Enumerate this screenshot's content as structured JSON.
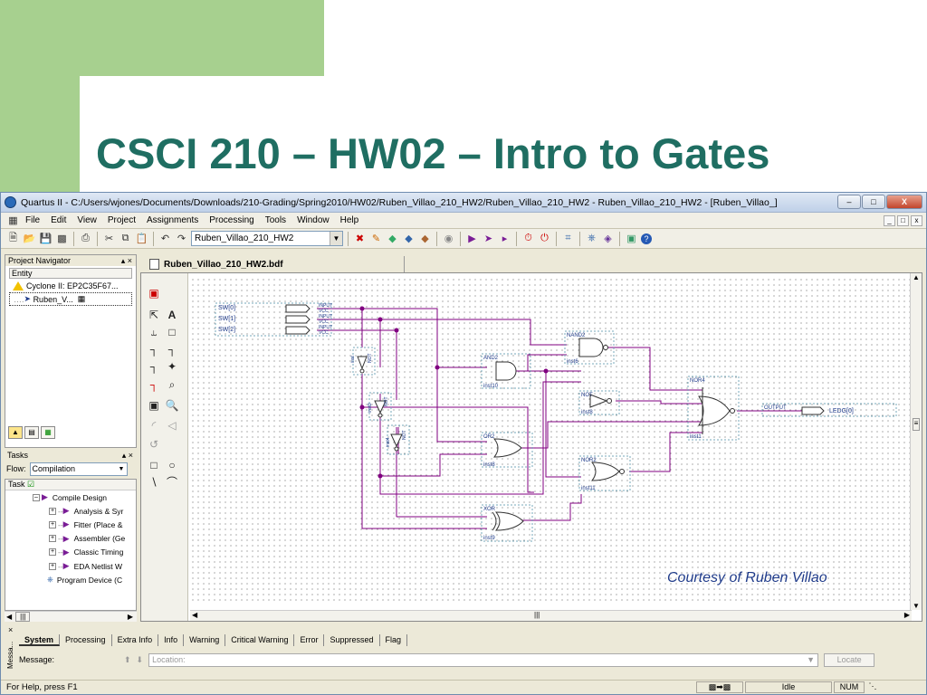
{
  "slide": {
    "title": "CSCI 210 – HW02 – Intro to Gates",
    "courtesy": "Courtesy of Ruben Villao"
  },
  "window": {
    "title": "Quartus II - C:/Users/wjones/Documents/Downloads/210-Grading/Spring2010/HW02/Ruben_Villao_210_HW2/Ruben_Villao_210_HW2 - Ruben_Villao_210_HW2 - [Ruben_Villao_]",
    "menu": [
      "File",
      "Edit",
      "View",
      "Project",
      "Assignments",
      "Processing",
      "Tools",
      "Window",
      "Help"
    ],
    "toolbar_project": "Ruben_Villao_210_HW2"
  },
  "project_navigator": {
    "label": "Project Navigator",
    "column": "Entity",
    "device": "Cyclone II: EP2C35F67...",
    "top_entity": "Ruben_V..."
  },
  "tasks": {
    "label": "Tasks",
    "flow_label": "Flow:",
    "flow_value": "Compilation",
    "column": "Task",
    "items": [
      "Compile Design",
      "Analysis & Syr",
      "Fitter (Place &",
      "Assembler (Ge",
      "Classic Timing",
      "EDA Netlist W",
      "Program Device (C"
    ]
  },
  "editor": {
    "doc_tab": "Ruben_Villao_210_HW2.bdf",
    "inputs": [
      "SW[0]",
      "SW[1]",
      "SW[2]"
    ],
    "input_type": "INPUT",
    "vcc": "VCC",
    "output_type": "OUTPUT",
    "output": "LEDG[0]",
    "gates": [
      {
        "type": "NAND2",
        "inst": "inst6"
      },
      {
        "type": "AND2",
        "inst": "inst10"
      },
      {
        "type": "NOT",
        "inst": "inst8"
      },
      {
        "type": "NOR4",
        "inst": "inst1"
      },
      {
        "type": "OR2",
        "inst": "inst8"
      },
      {
        "type": "NOR2",
        "inst": "inst11"
      },
      {
        "type": "XOR",
        "inst": "inst9"
      }
    ],
    "vertical_nots": [
      {
        "type": "NOT",
        "inst": "inst"
      },
      {
        "type": "NOT",
        "inst": "inst3"
      },
      {
        "type": "NOT",
        "inst": "inst4"
      }
    ],
    "wire_color": "#800080"
  },
  "messages": {
    "tabs": [
      "System",
      "Processing",
      "Extra Info",
      "Info",
      "Warning",
      "Critical Warning",
      "Error",
      "Suppressed",
      "Flag"
    ],
    "message_label": "Message:",
    "location_placeholder": "Location:",
    "locate": "Locate",
    "side_label": "Messa..."
  },
  "status": {
    "help": "For Help, press F1",
    "state": "Idle",
    "num": "NUM"
  }
}
